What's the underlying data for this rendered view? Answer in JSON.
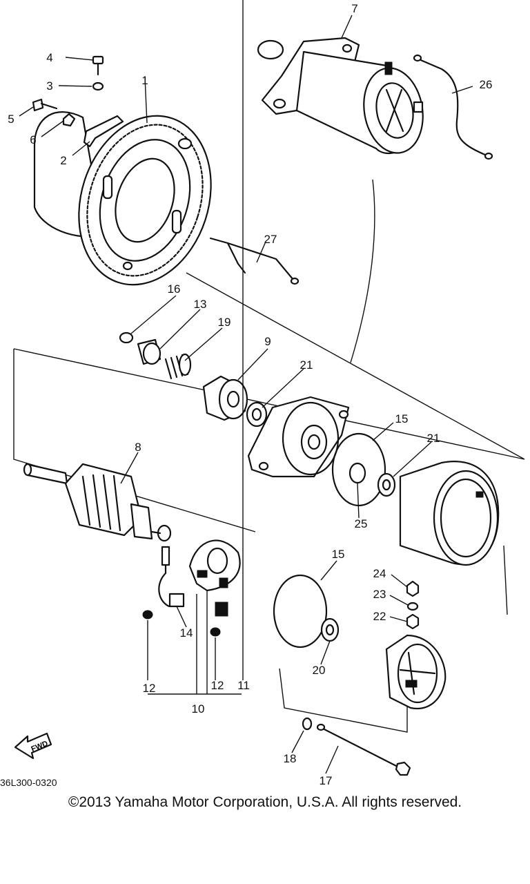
{
  "diagram": {
    "callouts": [
      {
        "id": "c1",
        "text": "1"
      },
      {
        "id": "c2",
        "text": "2"
      },
      {
        "id": "c3",
        "text": "3"
      },
      {
        "id": "c4",
        "text": "4"
      },
      {
        "id": "c5",
        "text": "5"
      },
      {
        "id": "c6",
        "text": "6"
      },
      {
        "id": "c7",
        "text": "7"
      },
      {
        "id": "c8",
        "text": "8"
      },
      {
        "id": "c9",
        "text": "9"
      },
      {
        "id": "c10",
        "text": "10"
      },
      {
        "id": "c11",
        "text": "11"
      },
      {
        "id": "c12a",
        "text": "12"
      },
      {
        "id": "c12b",
        "text": "12"
      },
      {
        "id": "c13",
        "text": "13"
      },
      {
        "id": "c14",
        "text": "14"
      },
      {
        "id": "c15a",
        "text": "15"
      },
      {
        "id": "c15b",
        "text": "15"
      },
      {
        "id": "c16",
        "text": "16"
      },
      {
        "id": "c17",
        "text": "17"
      },
      {
        "id": "c18",
        "text": "18"
      },
      {
        "id": "c19",
        "text": "19"
      },
      {
        "id": "c20",
        "text": "20"
      },
      {
        "id": "c21a",
        "text": "21"
      },
      {
        "id": "c21b",
        "text": "21"
      },
      {
        "id": "c22",
        "text": "22"
      },
      {
        "id": "c23",
        "text": "23"
      },
      {
        "id": "c24",
        "text": "24"
      },
      {
        "id": "c25",
        "text": "25"
      },
      {
        "id": "c26",
        "text": "26"
      },
      {
        "id": "c27",
        "text": "27"
      }
    ],
    "fwd_label": "FWD",
    "drawing_code": "36L300-0320"
  },
  "footer": {
    "copyright": "©2013 Yamaha Motor Corporation, U.S.A. All rights reserved."
  }
}
